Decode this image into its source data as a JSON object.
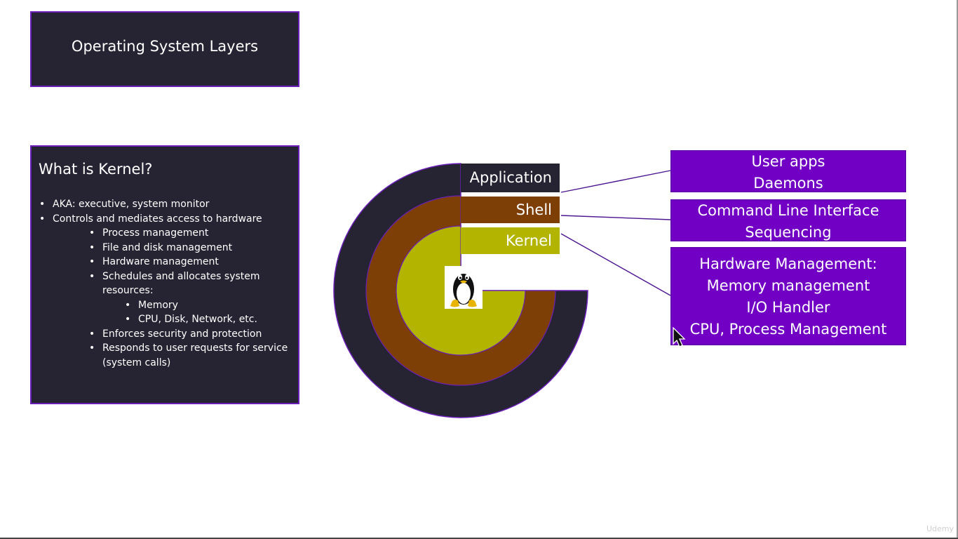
{
  "title": "Operating System Layers",
  "kernel_panel": {
    "heading": "What is Kernel?",
    "bullets": [
      "AKA: executive, system monitor",
      "Controls and mediates access to hardware"
    ],
    "sub_bullets": [
      "Process management",
      "File and disk management",
      "Hardware management",
      "Schedules and allocates system",
      "resources:",
      "Enforces security and protection",
      "Responds to user requests for service",
      "(system calls)"
    ],
    "sub_sub_bullets": [
      "Memory",
      "CPU, Disk, Network, etc."
    ]
  },
  "layers": {
    "application": "Application",
    "shell": "Shell",
    "kernel": "Kernel"
  },
  "descriptions": {
    "application": [
      "User apps",
      "Daemons"
    ],
    "shell": [
      "Command Line Interface",
      "Sequencing"
    ],
    "kernel": [
      "Hardware Management:",
      "Memory management",
      "I/O Handler",
      "CPU, Process Management"
    ]
  },
  "colors": {
    "dark": "#262433",
    "brown": "#7e3f06",
    "olive": "#b2b400",
    "purple": "#7100c4",
    "border": "#6a1fb8"
  },
  "icons": {
    "mascot": "linux-tux-icon",
    "cursor": "mouse-cursor-icon"
  },
  "watermark": "Udemy"
}
